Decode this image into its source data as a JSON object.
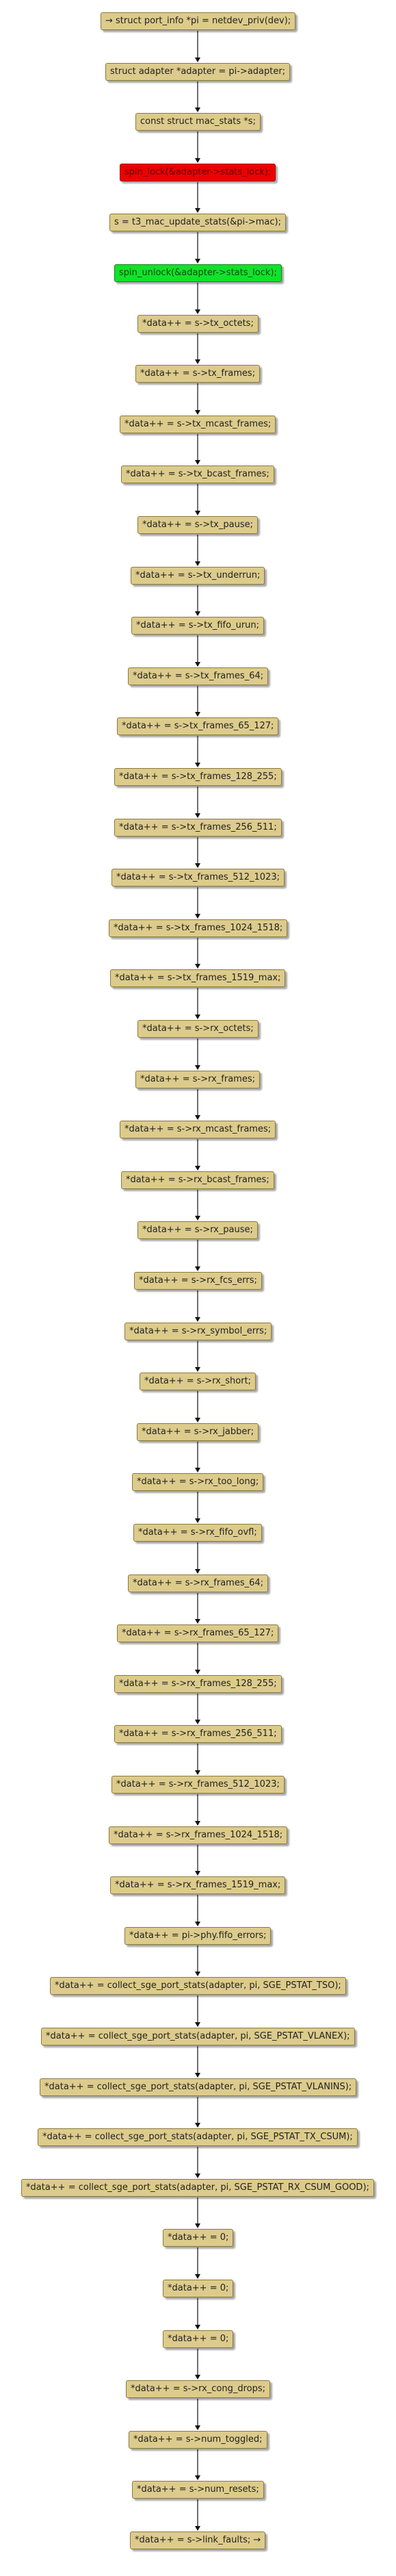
{
  "colors": {
    "node_fill": "#dccb8b",
    "node_border": "#8b7a3e",
    "lock_fill": "#ee0000",
    "unlock_fill": "#11e22a",
    "arrow": "#111111"
  },
  "nodes": [
    {
      "text": "→ struct port_info *pi = netdev_priv(dev);",
      "kind": "normal"
    },
    {
      "text": "struct adapter *adapter = pi->adapter;",
      "kind": "normal"
    },
    {
      "text": "const struct mac_stats *s;",
      "kind": "normal"
    },
    {
      "text": "spin_lock(&adapter->stats_lock);",
      "kind": "lock"
    },
    {
      "text": "s = t3_mac_update_stats(&pi->mac);",
      "kind": "normal"
    },
    {
      "text": "spin_unlock(&adapter->stats_lock);",
      "kind": "unlock"
    },
    {
      "text": "*data++ = s->tx_octets;",
      "kind": "normal"
    },
    {
      "text": "*data++ = s->tx_frames;",
      "kind": "normal"
    },
    {
      "text": "*data++ = s->tx_mcast_frames;",
      "kind": "normal"
    },
    {
      "text": "*data++ = s->tx_bcast_frames;",
      "kind": "normal"
    },
    {
      "text": "*data++ = s->tx_pause;",
      "kind": "normal"
    },
    {
      "text": "*data++ = s->tx_underrun;",
      "kind": "normal"
    },
    {
      "text": "*data++ = s->tx_fifo_urun;",
      "kind": "normal"
    },
    {
      "text": "*data++ = s->tx_frames_64;",
      "kind": "normal"
    },
    {
      "text": "*data++ = s->tx_frames_65_127;",
      "kind": "normal"
    },
    {
      "text": "*data++ = s->tx_frames_128_255;",
      "kind": "normal"
    },
    {
      "text": "*data++ = s->tx_frames_256_511;",
      "kind": "normal"
    },
    {
      "text": "*data++ = s->tx_frames_512_1023;",
      "kind": "normal"
    },
    {
      "text": "*data++ = s->tx_frames_1024_1518;",
      "kind": "normal"
    },
    {
      "text": "*data++ = s->tx_frames_1519_max;",
      "kind": "normal"
    },
    {
      "text": "*data++ = s->rx_octets;",
      "kind": "normal"
    },
    {
      "text": "*data++ = s->rx_frames;",
      "kind": "normal"
    },
    {
      "text": "*data++ = s->rx_mcast_frames;",
      "kind": "normal"
    },
    {
      "text": "*data++ = s->rx_bcast_frames;",
      "kind": "normal"
    },
    {
      "text": "*data++ = s->rx_pause;",
      "kind": "normal"
    },
    {
      "text": "*data++ = s->rx_fcs_errs;",
      "kind": "normal"
    },
    {
      "text": "*data++ = s->rx_symbol_errs;",
      "kind": "normal"
    },
    {
      "text": "*data++ = s->rx_short;",
      "kind": "normal"
    },
    {
      "text": "*data++ = s->rx_jabber;",
      "kind": "normal"
    },
    {
      "text": "*data++ = s->rx_too_long;",
      "kind": "normal"
    },
    {
      "text": "*data++ = s->rx_fifo_ovfl;",
      "kind": "normal"
    },
    {
      "text": "*data++ = s->rx_frames_64;",
      "kind": "normal"
    },
    {
      "text": "*data++ = s->rx_frames_65_127;",
      "kind": "normal"
    },
    {
      "text": "*data++ = s->rx_frames_128_255;",
      "kind": "normal"
    },
    {
      "text": "*data++ = s->rx_frames_256_511;",
      "kind": "normal"
    },
    {
      "text": "*data++ = s->rx_frames_512_1023;",
      "kind": "normal"
    },
    {
      "text": "*data++ = s->rx_frames_1024_1518;",
      "kind": "normal"
    },
    {
      "text": "*data++ = s->rx_frames_1519_max;",
      "kind": "normal"
    },
    {
      "text": "*data++ = pi->phy.fifo_errors;",
      "kind": "normal"
    },
    {
      "text": "*data++ = collect_sge_port_stats(adapter, pi, SGE_PSTAT_TSO);",
      "kind": "normal"
    },
    {
      "text": "*data++ = collect_sge_port_stats(adapter, pi, SGE_PSTAT_VLANEX);",
      "kind": "normal"
    },
    {
      "text": "*data++ = collect_sge_port_stats(adapter, pi, SGE_PSTAT_VLANINS);",
      "kind": "normal"
    },
    {
      "text": "*data++ = collect_sge_port_stats(adapter, pi, SGE_PSTAT_TX_CSUM);",
      "kind": "normal"
    },
    {
      "text": "*data++ = collect_sge_port_stats(adapter, pi, SGE_PSTAT_RX_CSUM_GOOD);",
      "kind": "normal"
    },
    {
      "text": "*data++ = 0;",
      "kind": "normal"
    },
    {
      "text": "*data++ = 0;",
      "kind": "normal"
    },
    {
      "text": "*data++ = 0;",
      "kind": "normal"
    },
    {
      "text": "*data++ = s->rx_cong_drops;",
      "kind": "normal"
    },
    {
      "text": "*data++ = s->num_toggled;",
      "kind": "normal"
    },
    {
      "text": "*data++ = s->num_resets;",
      "kind": "normal"
    },
    {
      "text": "*data++ = s->link_faults; →",
      "kind": "normal"
    }
  ]
}
